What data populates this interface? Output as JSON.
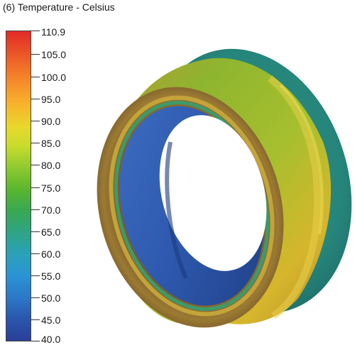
{
  "legend": {
    "title": "(6) Temperature - Celsius",
    "max_label": "110.9",
    "labels": [
      "105.0",
      "100.0",
      "95.0",
      "90.0",
      "85.0",
      "80.0",
      "75.0",
      "70.0",
      "65.0",
      "60.0",
      "55.0",
      "50.0",
      "45.0",
      "40.0"
    ]
  },
  "colors": {
    "scale_hot": "#e8302a",
    "scale_mid": "#58b42e",
    "scale_cold": "#2a3f98"
  }
}
